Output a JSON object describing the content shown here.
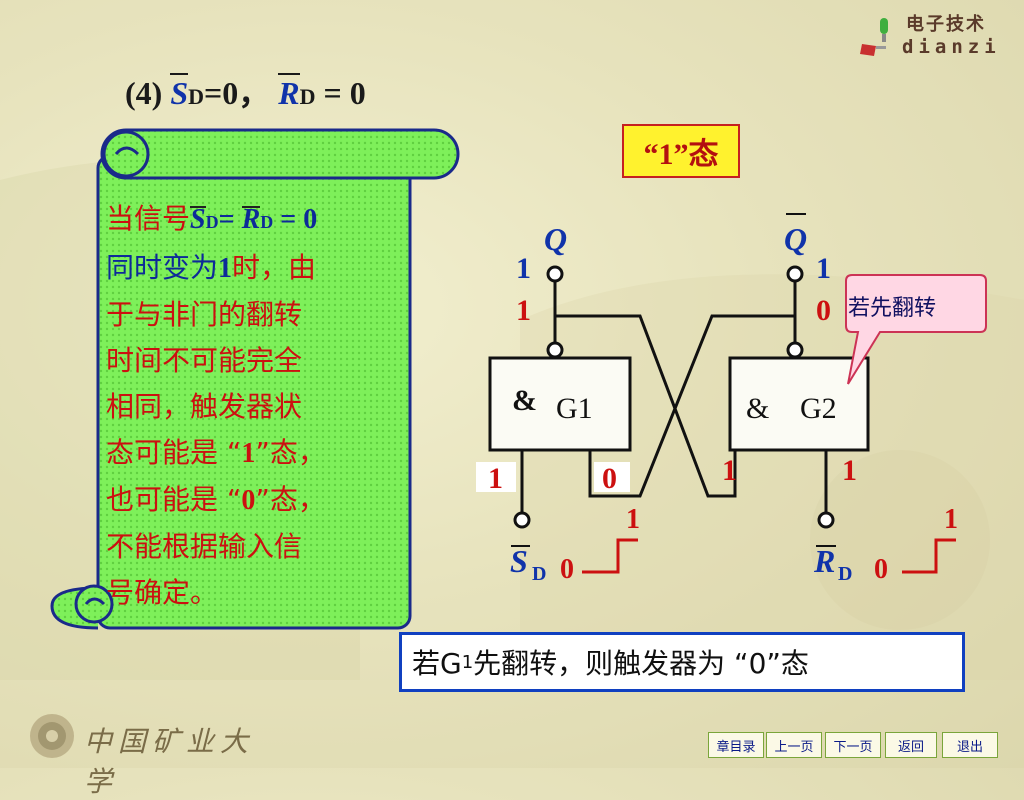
{
  "logo": {
    "cn": "电子技术",
    "en": "dianzi"
  },
  "heading": {
    "prefix": "(4)",
    "s_letter": "S",
    "s_sub": "D",
    "s_val": "=0，",
    "r_letter": "R",
    "r_sub": "D",
    "r_val": " = 0"
  },
  "scroll": {
    "line1_pre": "当信号",
    "line1_s": "S",
    "line1_s_sub": "D",
    "line1_mid": "= ",
    "line1_r": "R",
    "line1_r_sub": "D",
    "line1_end": " = 0",
    "line2_blue": "同时变为",
    "line2_num": "1",
    "line2_rest": "时，由",
    "line3": "于与非门的翻转",
    "line4": "时间不可能完全",
    "line5": "相同，触发器状",
    "line6_pre": "态可能是 “",
    "line6_num": "1",
    "line6_post": "”态，",
    "line7_pre": "也可能是 “",
    "line7_num": "0",
    "line7_post": "”态，",
    "line8": "不能根据输入信",
    "line9": "号确定。"
  },
  "state_box": "“1”态",
  "circuit": {
    "q_label": "Q",
    "qbar_label": "Q",
    "q_val_top": "1",
    "q_val_bottom": "1",
    "qbar_val_top": "1",
    "qbar_val_bottom": "0",
    "g1_amp": "&",
    "g1_name": "G1",
    "g2_amp": "&",
    "g2_name": "G2",
    "g1_in_left": "1",
    "g1_in_right": "0",
    "g2_in_left": "1",
    "g2_in_right": "1",
    "sd_label": "S",
    "sd_sub": "D",
    "sd_low": "0",
    "sd_high": "1",
    "rd_label": "R",
    "rd_sub": "D",
    "rd_low": "0",
    "rd_high": "1"
  },
  "callout": "若先翻转",
  "note": {
    "pre": "若G",
    "sub": "1",
    "post": "先翻转，则触发器为 “0”态"
  },
  "footer": {
    "school": "中国矿业大学"
  },
  "nav": [
    {
      "label": "章目录"
    },
    {
      "label": "上一页"
    },
    {
      "label": "下一页"
    },
    {
      "label": "返回"
    },
    {
      "label": "退出"
    }
  ],
  "colors": {
    "red": "#cc1010",
    "blue": "#1033aa",
    "scroll_green": "#7ef05a",
    "yellow": "#fff22e"
  }
}
